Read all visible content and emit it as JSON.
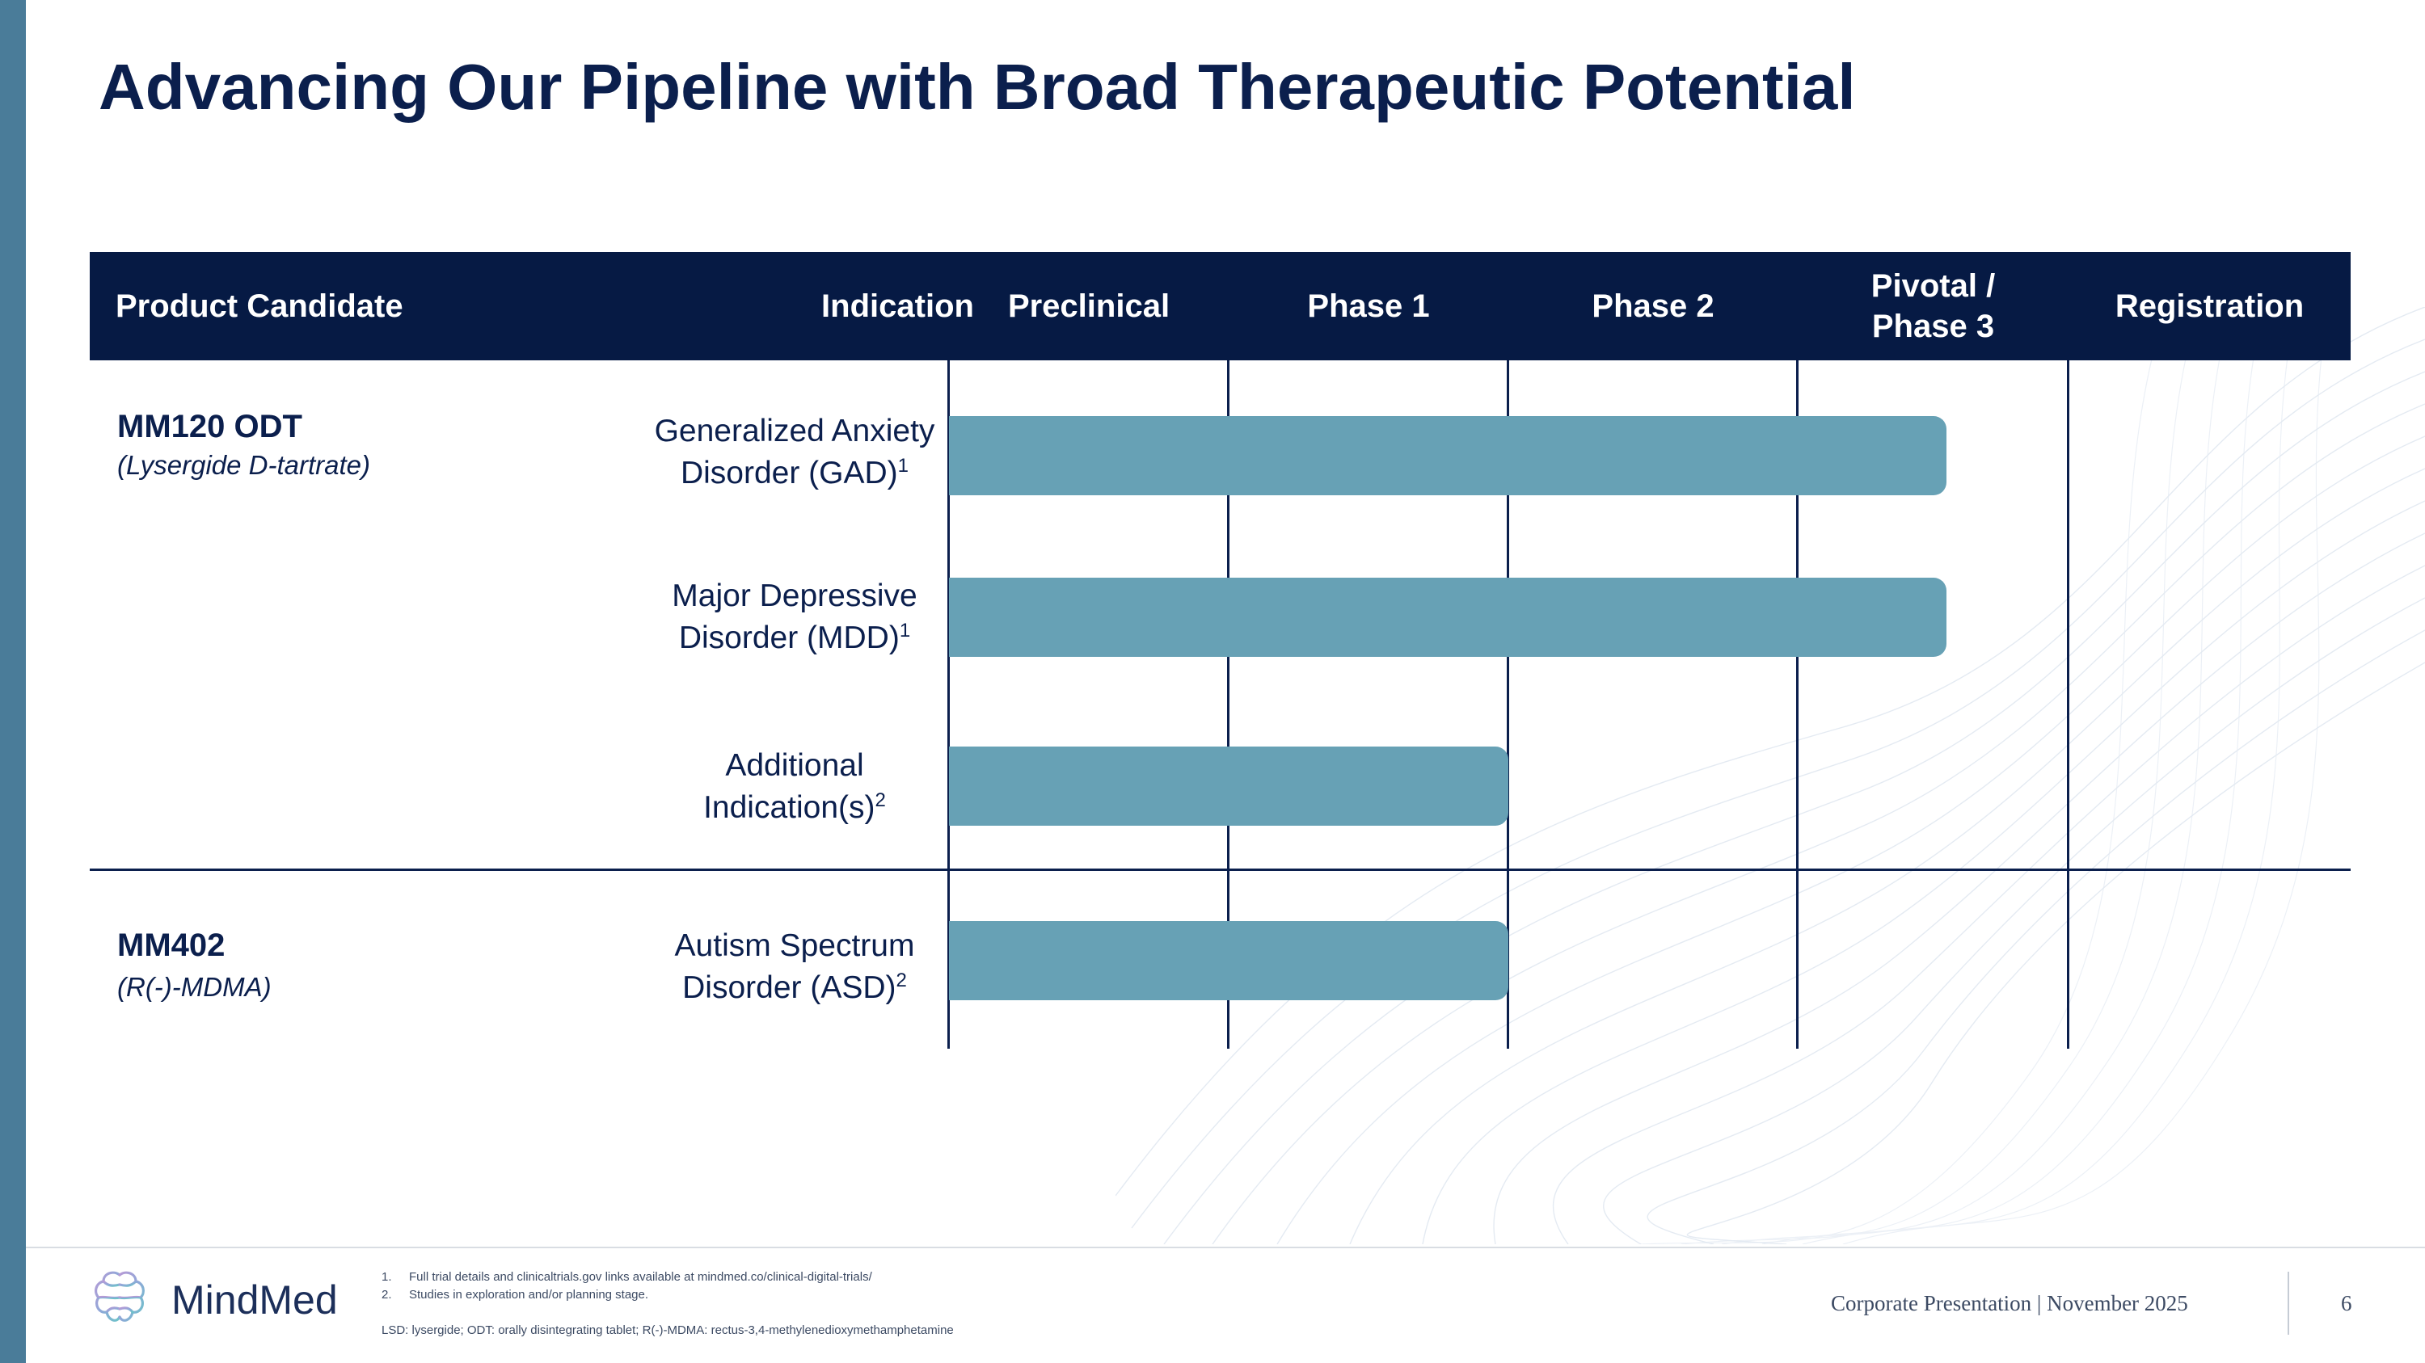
{
  "slide": {
    "title": "Advancing Our Pipeline with Broad Therapeutic Potential"
  },
  "colors": {
    "navy": "#061a44",
    "title_text": "#0b1f4d",
    "bar_fill": "#67a1b5",
    "left_accent": "#4a7c99"
  },
  "pipeline": {
    "headers": {
      "product_candidate": "Product Candidate",
      "indication": "Indication",
      "preclinical": "Preclinical",
      "phase1": "Phase 1",
      "phase2": "Phase 2",
      "pivotal_line1": "Pivotal /",
      "pivotal_line2": "Phase 3",
      "registration": "Registration"
    },
    "stages": [
      "Preclinical",
      "Phase 1",
      "Phase 2",
      "Pivotal / Phase 3",
      "Registration"
    ],
    "products": [
      {
        "name": "MM120 ODT",
        "subtitle": "(Lysergide D-tartrate)",
        "indications": [
          {
            "line1": "Generalized Anxiety",
            "line2": "Disorder (GAD)",
            "footnote": "1",
            "progress_stages": 3.55
          },
          {
            "line1": "Major Depressive",
            "line2": "Disorder (MDD)",
            "footnote": "1",
            "progress_stages": 3.55
          },
          {
            "line1": "Additional",
            "line2": "Indication(s)",
            "footnote": "2",
            "progress_stages": 2.0
          }
        ]
      },
      {
        "name": "MM402",
        "subtitle": "(R(-)-MDMA)",
        "indications": [
          {
            "line1": "Autism Spectrum",
            "line2": "Disorder (ASD)",
            "footnote": "2",
            "progress_stages": 2.0
          }
        ]
      }
    ]
  },
  "footer": {
    "brand": "MindMed",
    "brand_icon": "brain-icon",
    "footnotes": [
      {
        "num": "1.",
        "text": "Full trial details and clinicaltrials.gov links available at mindmed.co/clinical-digital-trials/"
      },
      {
        "num": "2.",
        "text": "Studies in exploration and/or planning stage."
      }
    ],
    "abbreviations": "LSD: lysergide; ODT: orally disintegrating tablet; R(-)-MDMA: rectus-3,4-methylenedioxymethamphetamine",
    "presentation_label": "Corporate Presentation | November 2025",
    "page_number": "6"
  }
}
